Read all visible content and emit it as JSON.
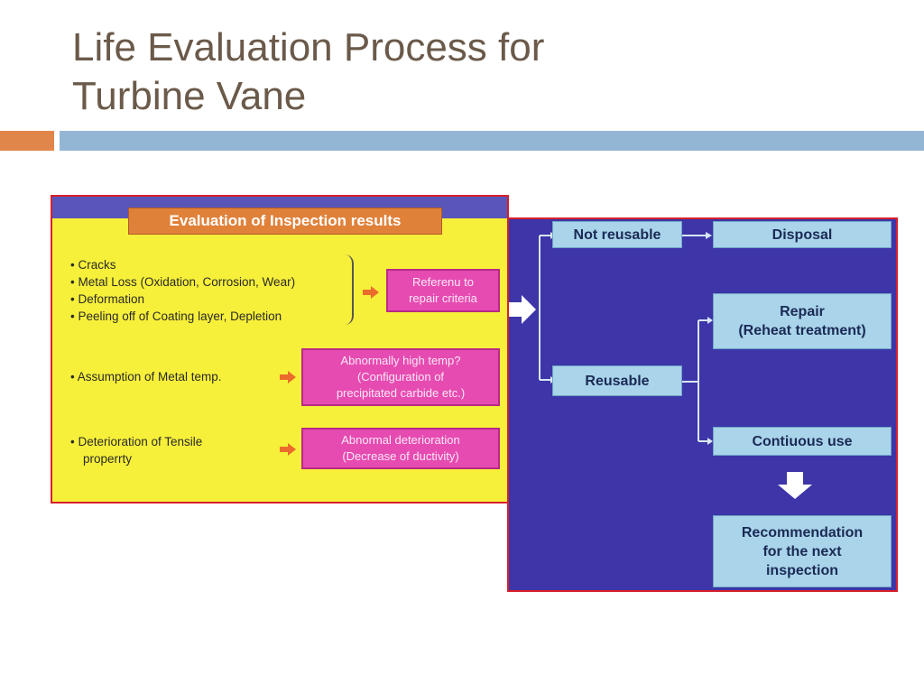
{
  "slide": {
    "title_line1": "Life Evaluation Process for",
    "title_line2": "Turbine Vane"
  },
  "inspection_panel": {
    "header": "Evaluation of Inspection results",
    "bullets": [
      "• Cracks",
      "• Metal Loss (Oxidation, Corrosion, Wear)",
      "• Deformation",
      "• Peeling off of Coating layer, Depletion"
    ],
    "bullet_metal_temp": "• Assumption of Metal temp.",
    "bullet_tensile_1": "• Deterioration of Tensile",
    "bullet_tensile_2": "properrty",
    "box_repair_criteria": [
      "Referenu to",
      "repair criteria"
    ],
    "box_high_temp": [
      "Abnormally high temp?",
      "(Configuration of",
      "precipitated carbide etc.)"
    ],
    "box_deterioration": [
      "Abnormal deterioration",
      "(Decrease of ductivity)"
    ]
  },
  "flow_panel": {
    "not_reusable": "Not reusable",
    "disposal": "Disposal",
    "repair_line1": "Repair",
    "repair_line2": "(Reheat treatment)",
    "reusable": "Reusable",
    "continuous_use": "Contiuous use",
    "recommendation": [
      "Recommendation",
      "for the next",
      "inspection"
    ]
  },
  "colors": {
    "title_text": "#6b5a4a",
    "orange_bar": "#e0864a",
    "blue_bar": "#93b6d5",
    "yellow_panel": "#f7f03a",
    "blue_panel": "#3d35a8",
    "pink_box": "#e64bb2",
    "flow_box": "#a9d4ea",
    "panel_border": "#d71f2b"
  }
}
